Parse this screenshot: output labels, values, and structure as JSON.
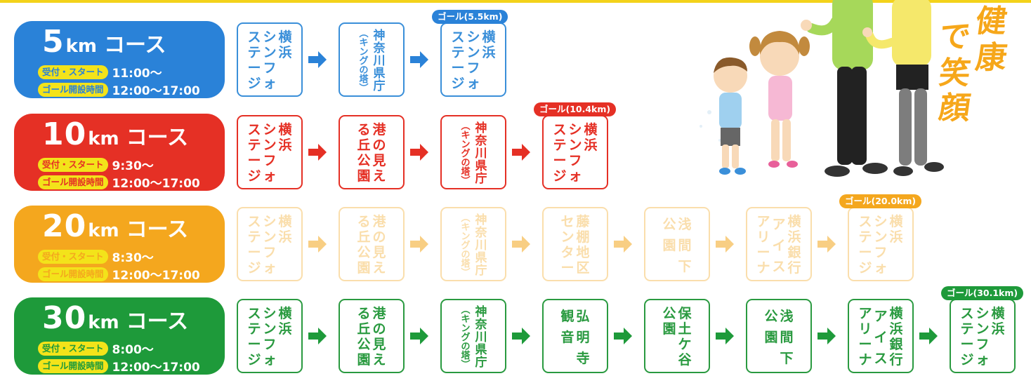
{
  "courses": [
    {
      "num": "5",
      "km": "km",
      "label": "コース",
      "color": "#2a82d8",
      "box_color": "#3a8fd9",
      "reception_label": "受付・スタート",
      "reception_time": "11:00〜",
      "goal_label": "ゴール開設時間",
      "goal_time": "12:00〜17:00",
      "goal_badge": "ゴール(5.5km)",
      "stops": [
        {
          "cols": [
            [
              "横",
              "浜"
            ],
            [
              "シ",
              "ン",
              "フ",
              "ォ"
            ],
            [
              "ス",
              "テ",
              "ー",
              "ジ"
            ]
          ]
        },
        {
          "cols": [
            [
              "神",
              "奈",
              "川",
              "県",
              "庁"
            ],
            [
              "︵",
              "キ",
              "ン",
              "グ",
              "の",
              "塔",
              "︶"
            ]
          ]
        },
        {
          "cols": [
            [
              "横",
              "浜"
            ],
            [
              "シ",
              "ン",
              "フ",
              "ォ"
            ],
            [
              "ス",
              "テ",
              "ー",
              "ジ"
            ]
          ]
        }
      ]
    },
    {
      "num": "10",
      "km": "km",
      "label": "コース",
      "color": "#e53025",
      "box_color": "#e53025",
      "reception_label": "受付・スタート",
      "reception_time": "9:30〜",
      "goal_label": "ゴール開設時間",
      "goal_time": "12:00〜17:00",
      "goal_badge": "ゴール(10.4km)",
      "stops": [
        {
          "cols": [
            [
              "横",
              "浜"
            ],
            [
              "シ",
              "ン",
              "フ",
              "ォ"
            ],
            [
              "ス",
              "テ",
              "ー",
              "ジ"
            ]
          ]
        },
        {
          "cols": [
            [
              "港",
              "の",
              "見",
              "え"
            ],
            [
              "る",
              "丘",
              "公",
              "園"
            ]
          ]
        },
        {
          "cols": [
            [
              "神",
              "奈",
              "川",
              "県",
              "庁"
            ],
            [
              "︵",
              "キ",
              "ン",
              "グ",
              "の",
              "塔",
              "︶"
            ]
          ]
        },
        {
          "cols": [
            [
              "横",
              "浜"
            ],
            [
              "シ",
              "ン",
              "フ",
              "ォ"
            ],
            [
              "ス",
              "テ",
              "ー",
              "ジ"
            ]
          ]
        }
      ]
    },
    {
      "num": "20",
      "km": "km",
      "label": "コース",
      "color": "#f4a71e",
      "box_color": "#f6c46a",
      "reception_label": "受付・スタート",
      "reception_time": "8:30〜",
      "goal_label": "ゴール開設時間",
      "goal_time": "12:00〜17:00",
      "goal_badge": "ゴール(20.0km)",
      "stops": [
        {
          "cols": [
            [
              "横",
              "浜"
            ],
            [
              "シ",
              "ン",
              "フ",
              "ォ"
            ],
            [
              "ス",
              "テ",
              "ー",
              "ジ"
            ]
          ]
        },
        {
          "cols": [
            [
              "港",
              "の",
              "見",
              "え"
            ],
            [
              "る",
              "丘",
              "公",
              "園"
            ]
          ]
        },
        {
          "cols": [
            [
              "神",
              "奈",
              "川",
              "県",
              "庁"
            ],
            [
              "︵",
              "キ",
              "ン",
              "グ",
              "の",
              "塔",
              "︶"
            ]
          ]
        },
        {
          "cols": [
            [
              "藤",
              "棚",
              "地",
              "区"
            ],
            [
              "セ",
              "ン",
              "タ",
              "ー"
            ]
          ]
        },
        {
          "cols": [
            [
              "浅",
              "間",
              "下"
            ],
            [
              "公",
              "",
              "園"
            ]
          ]
        },
        {
          "cols": [
            [
              "横",
              "浜",
              "銀",
              "行"
            ],
            [
              "ア",
              "イ",
              "ス"
            ],
            [
              "ア",
              "リ",
              "ー",
              "ナ"
            ]
          ]
        },
        {
          "cols": [
            [
              "横",
              "浜"
            ],
            [
              "シ",
              "ン",
              "フ",
              "ォ"
            ],
            [
              "ス",
              "テ",
              "ー",
              "ジ"
            ]
          ]
        }
      ]
    },
    {
      "num": "30",
      "km": "km",
      "label": "コース",
      "color": "#1e9a3a",
      "box_color": "#2a9a40",
      "reception_label": "受付・スタート",
      "reception_time": "8:00〜",
      "goal_label": "ゴール開設時間",
      "goal_time": "12:00〜17:00",
      "goal_badge": "ゴール(30.1km)",
      "stops": [
        {
          "cols": [
            [
              "横",
              "浜"
            ],
            [
              "シ",
              "ン",
              "フ",
              "ォ"
            ],
            [
              "ス",
              "テ",
              "ー",
              "ジ"
            ]
          ]
        },
        {
          "cols": [
            [
              "港",
              "の",
              "見",
              "え"
            ],
            [
              "る",
              "丘",
              "公",
              "園"
            ]
          ]
        },
        {
          "cols": [
            [
              "神",
              "奈",
              "川",
              "県",
              "庁"
            ],
            [
              "︵",
              "キ",
              "ン",
              "グ",
              "の",
              "塔",
              "︶"
            ]
          ]
        },
        {
          "cols": [
            [
              "弘",
              "明",
              "寺"
            ],
            [
              "観",
              "",
              "音"
            ]
          ]
        },
        {
          "cols": [
            [
              "保",
              "土",
              "ケ",
              "谷"
            ],
            [
              "公",
              "",
              "",
              "園"
            ]
          ]
        },
        {
          "cols": [
            [
              "浅",
              "間",
              "下"
            ],
            [
              "公",
              "",
              "園"
            ]
          ]
        },
        {
          "cols": [
            [
              "横",
              "浜",
              "銀",
              "行"
            ],
            [
              "ア",
              "イ",
              "ス"
            ],
            [
              "ア",
              "リ",
              "ー",
              "ナ"
            ]
          ]
        },
        {
          "cols": [
            [
              "横",
              "浜"
            ],
            [
              "シ",
              "ン",
              "フ",
              "ォ"
            ],
            [
              "ス",
              "テ",
              "ー",
              "ジ"
            ]
          ]
        }
      ]
    }
  ],
  "slogan": [
    "健",
    "康",
    "で",
    "笑",
    "顔"
  ],
  "pill_bg": "#f3e31a",
  "icons": {
    "arrow": "right-arrow-icon"
  }
}
